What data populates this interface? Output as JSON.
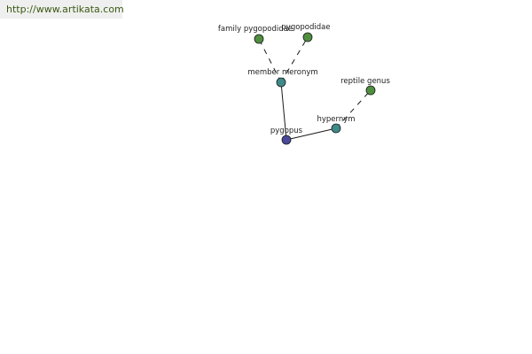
{
  "header": {
    "url": "http://www.artikata.com"
  },
  "colors": {
    "term": "#4a4a9a",
    "relation": "#3f8a8a",
    "leaf": "#4f8f3f",
    "stroke": "#1a1a1a",
    "url_bg": "#efefef",
    "url_text": "#3a5a12"
  },
  "graph": {
    "nodes": [
      {
        "id": "pygopus",
        "label": "pygopus",
        "kind": "term"
      },
      {
        "id": "member-meronym",
        "label": "member meronym",
        "kind": "relation"
      },
      {
        "id": "hypernym",
        "label": "hypernym",
        "kind": "relation"
      },
      {
        "id": "family-pygopodidae",
        "label": "family pygopodidae",
        "kind": "leaf"
      },
      {
        "id": "pygopodidae",
        "label": "pygopodidae",
        "kind": "leaf"
      },
      {
        "id": "reptile-genus",
        "label": "reptile genus",
        "kind": "leaf"
      }
    ],
    "edges": [
      {
        "from": "pygopus",
        "to": "member-meronym",
        "style": "solid"
      },
      {
        "from": "pygopus",
        "to": "hypernym",
        "style": "solid"
      },
      {
        "from": "member-meronym",
        "to": "family-pygopodidae",
        "style": "dashed"
      },
      {
        "from": "member-meronym",
        "to": "pygopodidae",
        "style": "dashed"
      },
      {
        "from": "hypernym",
        "to": "reptile-genus",
        "style": "dashed"
      }
    ]
  }
}
